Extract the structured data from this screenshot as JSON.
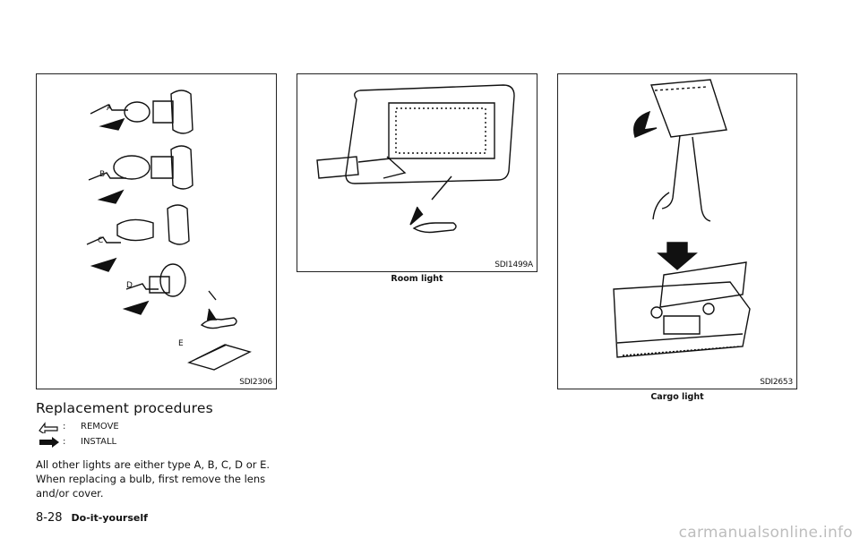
{
  "figures": [
    {
      "code": "SDI2306",
      "caption": ""
    },
    {
      "code": "SDI1499A",
      "caption": "Room light"
    },
    {
      "code": "SDI2653",
      "caption": "Cargo light"
    }
  ],
  "bulb_labels": [
    "A",
    "B",
    "C",
    "D",
    "E"
  ],
  "section": {
    "title": "Replacement procedures",
    "legend": [
      {
        "icon": "remove-arrow-icon",
        "colon": ":",
        "label": "REMOVE"
      },
      {
        "icon": "install-arrow-icon",
        "colon": ":",
        "label": "INSTALL"
      }
    ],
    "body": "All other lights are either type A, B, C, D or E. When replacing a bulb, first remove the lens and/or cover."
  },
  "footer": {
    "page": "8-28",
    "section": "Do-it-yourself"
  },
  "watermark": "carmanualsonline.info"
}
